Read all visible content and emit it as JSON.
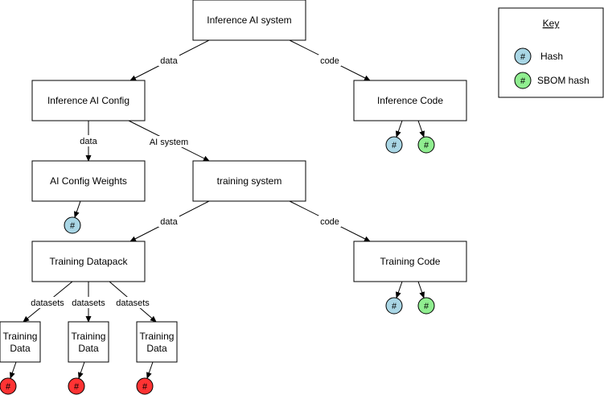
{
  "colors": {
    "root_fill": "#ff3333",
    "hash": "#a9d6e5",
    "sbom_hash": "#90ee90",
    "training_hash": "#ff3333",
    "stroke": "#000000"
  },
  "nodes": {
    "inference_ai_system": "Inference AI system",
    "inference_ai_config": "Inference AI Config",
    "inference_code": "Inference Code",
    "ai_config_weights": "AI Config Weights",
    "training_system": "training system",
    "training_datapack": "Training Datapack",
    "training_code": "Training Code",
    "training_data_1": [
      "Training",
      "Data"
    ],
    "training_data_2": [
      "Training",
      "Data"
    ],
    "training_data_3": [
      "Training",
      "Data"
    ]
  },
  "edges": {
    "root_to_config": "data",
    "root_to_code": "code",
    "config_to_weights": "data",
    "config_to_training": "AI system",
    "training_to_datapack": "data",
    "training_to_code": "code",
    "datapack_to_data_1": "datasets",
    "datapack_to_data_2": "datasets",
    "datapack_to_data_3": "datasets"
  },
  "hash_symbol": "#",
  "key": {
    "title": "Key",
    "hash_label": "Hash",
    "sbom_label": "SBOM hash"
  }
}
